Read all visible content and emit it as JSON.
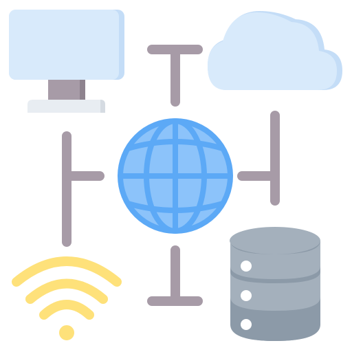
{
  "illustration": {
    "nodes": [
      {
        "id": "monitor",
        "icon": "monitor-icon"
      },
      {
        "id": "cloud",
        "icon": "cloud-icon"
      },
      {
        "id": "globe",
        "icon": "globe-icon"
      },
      {
        "id": "wifi",
        "icon": "wifi-icon"
      },
      {
        "id": "server",
        "icon": "server-database-icon"
      }
    ],
    "colors": {
      "connector": "#A79BA7",
      "monitor_screen": "#D8EAFB",
      "monitor_screen_shade": "#C4DDF7",
      "monitor_stand": "#A79BA7",
      "monitor_base": "#E8EDF2",
      "cloud": "#D8EAFB",
      "cloud_shade": "#C4DDF7",
      "globe_light": "#8CC3FA",
      "globe_dark": "#5CA9F6",
      "wifi": "#FEE17A",
      "server_top": "#A4B0BC",
      "server_body": "#8C9AA8",
      "server_led": "#FFFFFF"
    }
  }
}
